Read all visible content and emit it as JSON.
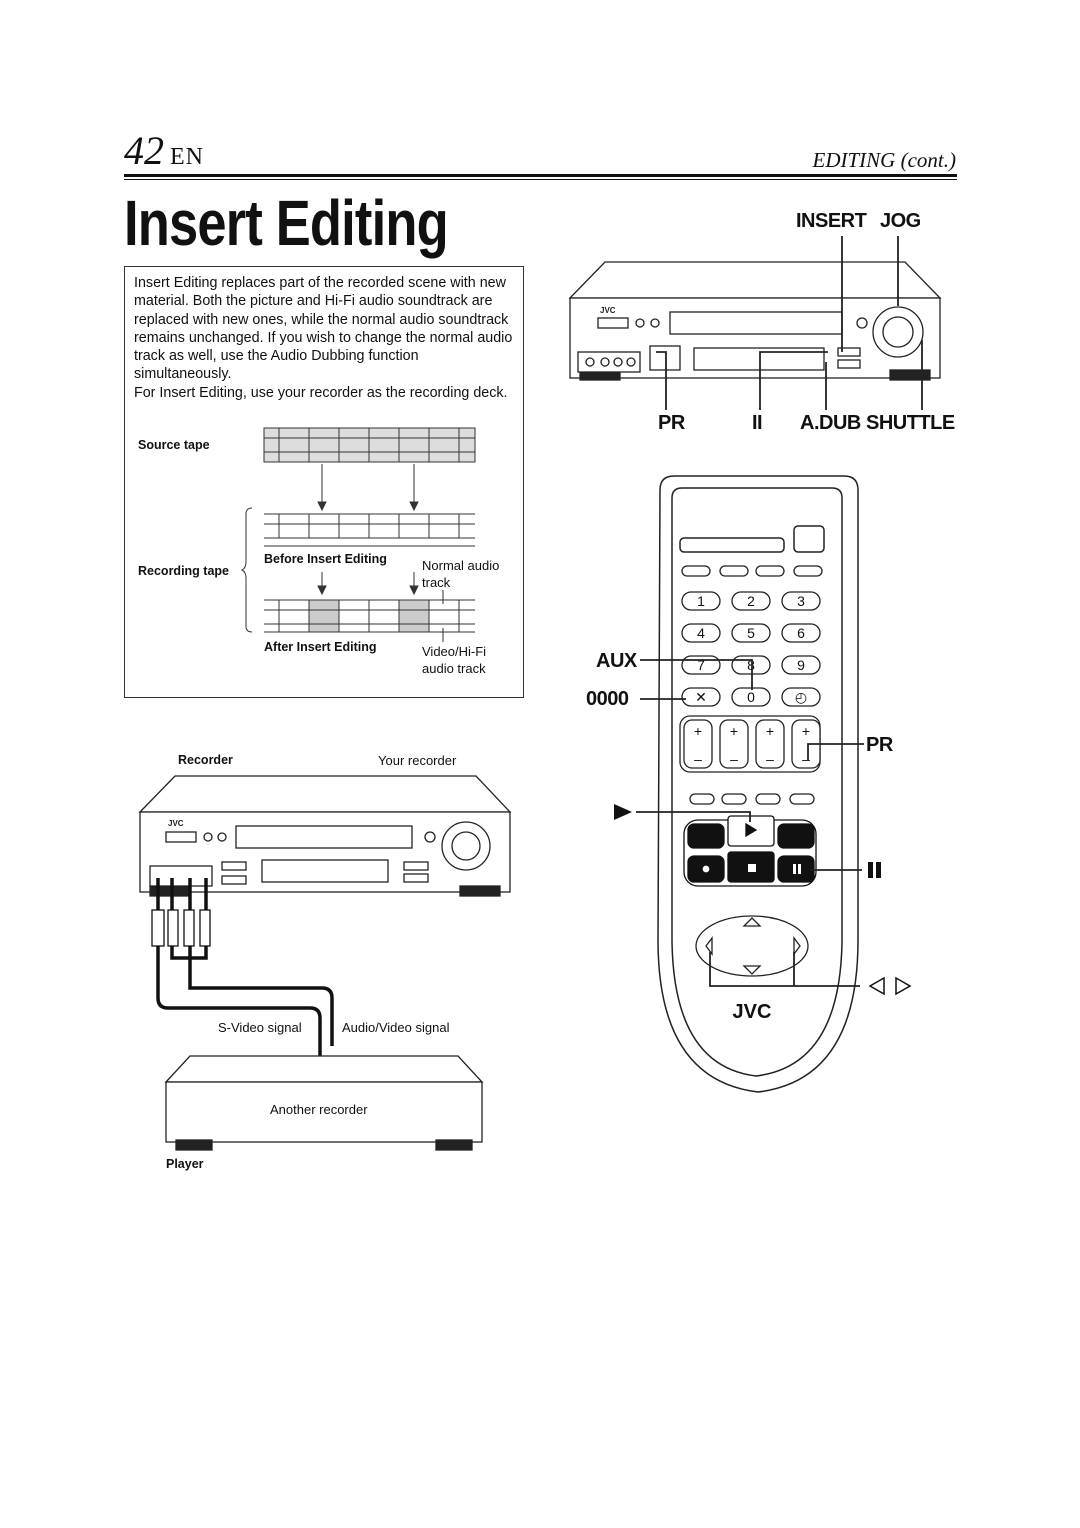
{
  "header": {
    "page_number": "42",
    "page_suffix": "EN",
    "section": "EDITING (cont.)"
  },
  "title": "Insert Editing",
  "intro": {
    "paragraph1": "Insert Editing replaces part of the recorded scene with new material. Both the picture and Hi-Fi audio soundtrack are replaced with new ones, while the normal audio soundtrack remains unchanged. If you wish to change the normal audio track as well, use the Audio Dubbing function simultaneously.",
    "paragraph2": "For Insert Editing, use your recorder as the recording deck."
  },
  "tape_diagram": {
    "source_tape": "Source tape",
    "recording_tape": "Recording tape",
    "before": "Before Insert Editing",
    "after": "After Insert Editing",
    "normal_audio": "Normal audio",
    "normal_audio_2": "track",
    "video_hifi": "Video/Hi-Fi",
    "video_hifi_2": "audio track"
  },
  "connection_diagram": {
    "recorder": "Recorder",
    "your_recorder": "Your recorder",
    "svideo_signal": "S-Video signal",
    "av_signal": "Audio/Video signal",
    "another_recorder": "Another recorder",
    "player": "Player"
  },
  "vcr_callouts": {
    "insert": "INSERT",
    "jog": "JOG",
    "pr": "PR",
    "pause": "II",
    "adub": "A.DUB",
    "shuttle": "SHUTTLE"
  },
  "remote_callouts": {
    "aux": "AUX",
    "zeros": "0000",
    "pr": "PR",
    "pause": "II"
  },
  "brand": "JVC",
  "keypad": [
    "1",
    "2",
    "3",
    "4",
    "5",
    "6",
    "7",
    "8",
    "9",
    "0"
  ]
}
